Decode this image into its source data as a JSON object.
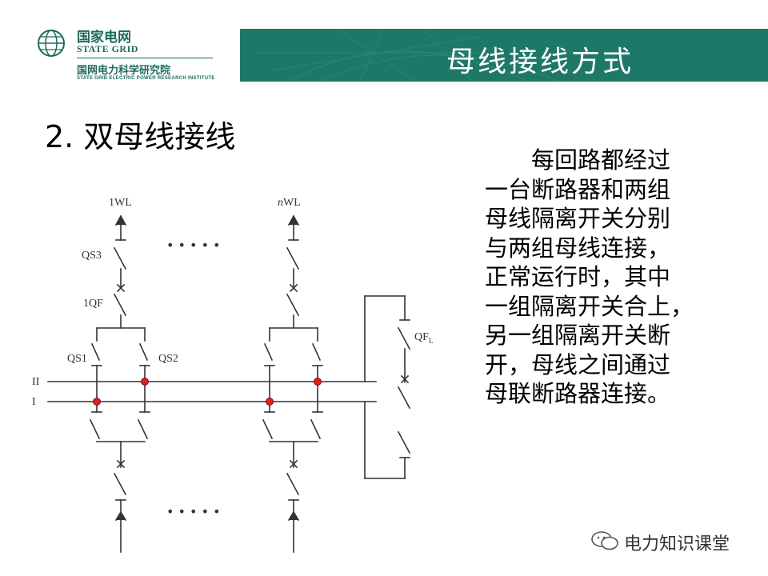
{
  "header": {
    "logo_cn": "国家电网",
    "logo_en": "STATE GRID",
    "logo_sub_cn": "国网电力科学研究院",
    "logo_sub_en": "STATE GRID ELECTRIC POWER RESEARCH INSTITUTE",
    "title": "母线接线方式",
    "brand_color": "#1e7868"
  },
  "section_heading": "2. 双母线接线",
  "description_lines": [
    "每回路都经过",
    "一台断路器和两组",
    "母线隔离开关分别",
    "与两组母线连接，",
    "正常运行时，其中",
    "一组隔离开关合上，",
    "另一组隔离开关断",
    "开，母线之间通过",
    "母联断路器连接。"
  ],
  "diagram": {
    "line_1_label": "1WL",
    "line_n_prefix": "n",
    "line_n_suffix": "WL",
    "qs3_label": "QS3",
    "qf1_label": "1QF",
    "qs1_label": "QS1",
    "qs2_label": "QS2",
    "bus_2_label": "II",
    "bus_1_label": "I",
    "qfl_label": "QF",
    "qfl_subscript": "L",
    "dots_top": "• • • • •",
    "dots_bottom": "• • • • •",
    "node_color": "#e02020"
  },
  "watermark": {
    "text": "电力知识课堂"
  }
}
